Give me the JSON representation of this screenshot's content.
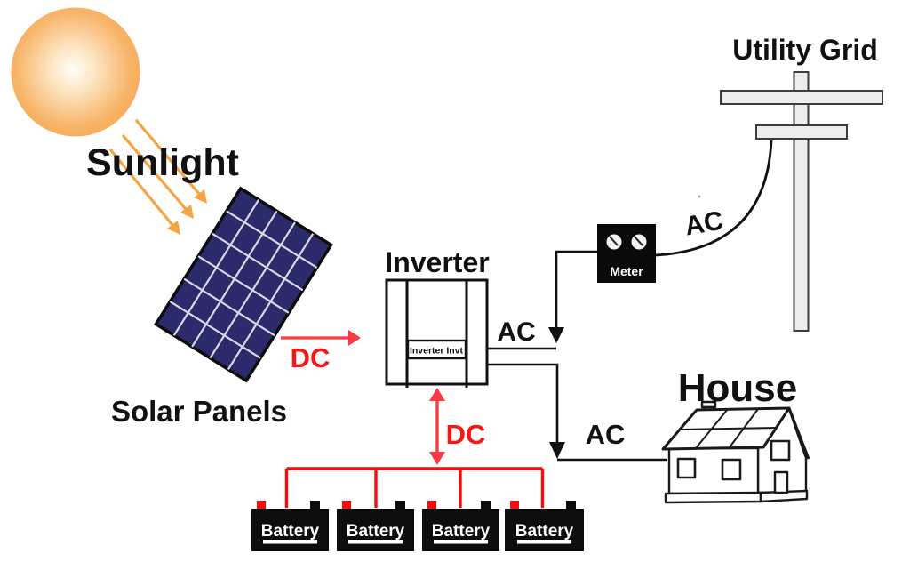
{
  "diagram": {
    "type": "solar-power-system-diagram",
    "labels": {
      "sunlight": "Sunlight",
      "solar_panels": "Solar Panels",
      "inverter": "Inverter",
      "inverter_unit": "Inverter Invt",
      "utility_grid": "Utility Grid",
      "meter": "Meter",
      "house": "House",
      "dc_from_panels": "DC",
      "dc_to_batteries": "DC",
      "ac_from_inverter": "AC",
      "ac_to_grid": "AC",
      "ac_to_house": "AC"
    },
    "batteries": [
      {
        "label": "Battery"
      },
      {
        "label": "Battery"
      },
      {
        "label": "Battery"
      },
      {
        "label": "Battery"
      }
    ],
    "colors": {
      "wire_red": "#f30d11",
      "arrow_red": "#fb3a42",
      "label_red": "#f51616",
      "ray_orange": "#f5a440",
      "panel_navy": "#2b2a6b",
      "panel_grid": "#d8d9e6",
      "pole_gray": "#ededed",
      "sun_outer": "#f7a54e",
      "ink_black": "#111111"
    }
  }
}
